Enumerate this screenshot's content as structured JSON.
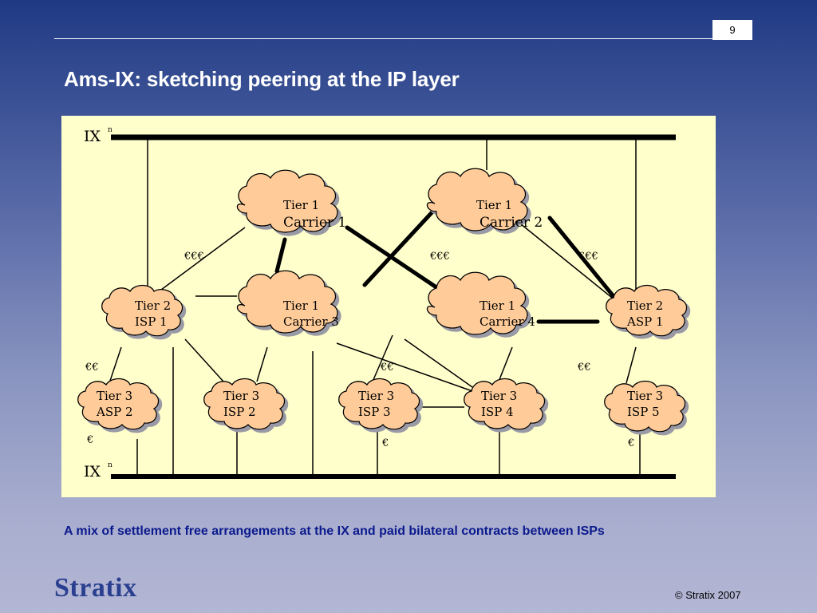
{
  "slide": {
    "page_number": "9",
    "title": "Ams-IX: sketching peering at the IP layer",
    "caption": "A mix of settlement free arrangements at the IX and paid bilateral contracts between ISPs",
    "logo_text": "Stratix",
    "copyright": "© Stratix 2007"
  },
  "diagram": {
    "ix_top_label": "IX",
    "ix_top_superscript": "n",
    "ix_bottom_label": "IX",
    "ix_bottom_superscript": "n",
    "nodes": {
      "carrier1": {
        "line1": "Tier 1",
        "line2": "Carrier 1"
      },
      "carrier2": {
        "line1": "Tier 1",
        "line2": "Carrier 2"
      },
      "carrier3": {
        "line1": "Tier 1",
        "line2": "Carrier 3"
      },
      "carrier4": {
        "line1": "Tier 1",
        "line2": "Carrier 4"
      },
      "isp1": {
        "line1": "Tier 2",
        "line2": "ISP 1"
      },
      "asp1": {
        "line1": "Tier 2",
        "line2": "ASP 1"
      },
      "asp2": {
        "line1": "Tier 3",
        "line2": "ASP 2"
      },
      "isp2": {
        "line1": "Tier 3",
        "line2": "ISP 2"
      },
      "isp3": {
        "line1": "Tier 3",
        "line2": "ISP 3"
      },
      "isp4": {
        "line1": "Tier 3",
        "line2": "ISP 4"
      },
      "isp5": {
        "line1": "Tier 3",
        "line2": "ISP 5"
      }
    },
    "settlement_labels": {
      "eee_left": "€€€",
      "eee_middle": "€€€",
      "eee_right": "€€€",
      "ee_left": "€€",
      "ee_middle": "€€",
      "ee_right": "€€",
      "e_left": "€",
      "e_middle": "€",
      "e_right": "€"
    },
    "colors": {
      "panel": "#ffffcc",
      "cloud_fill": "#ffcc99",
      "cloud_shadow": "#9a9aa6",
      "line": "#000000"
    }
  }
}
